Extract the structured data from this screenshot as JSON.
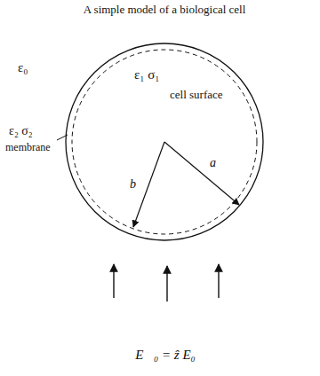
{
  "diagram": {
    "title": "A simple model of a biological cell",
    "nodes": [
      {
        "text": [
          "ε₁ σ₁",
          "cell surface"
        ]
      }
    ],
    "labels": [
      "ε₀",
      "ε₂ σ₂",
      "membrane",
      "a",
      "b",
      "E⃗₀ = ẑ E₀"
    ]
  }
}
